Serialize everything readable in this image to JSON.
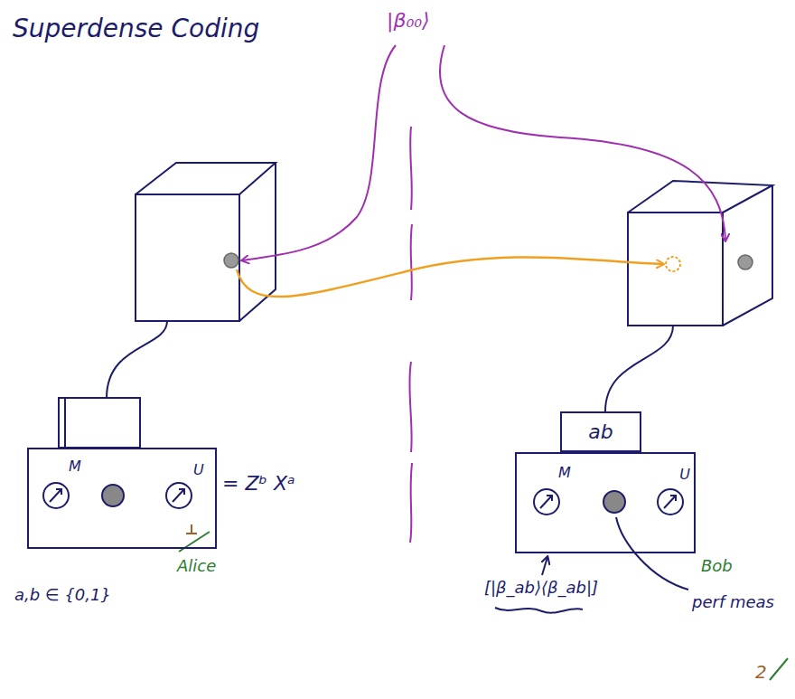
{
  "diagram": {
    "title": "Superdense Coding",
    "nodes": [
      {
        "text": [
          "M",
          "U"
        ]
      },
      {
        "text": [
          "ab"
        ]
      },
      {
        "text": [
          "M",
          "U"
        ]
      }
    ],
    "labels": [
      "|β₀₀⟩",
      "= Zᵇ Xᵃ",
      "Alice",
      "a,b ∈ {0,1}",
      "Bob",
      "[|β_ab⟩⟨β_ab|]",
      "perf meas",
      "2"
    ]
  }
}
